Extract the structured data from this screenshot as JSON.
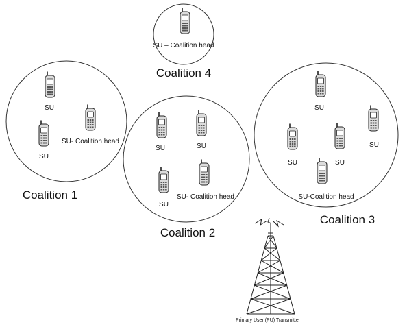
{
  "coalitions": [
    {
      "label": "Coalition 4",
      "head_label": "SU – Coalition head"
    },
    {
      "label": "Coalition 1",
      "su_labels": [
        "SU",
        "SU"
      ],
      "head_label": "SU- Coalition head"
    },
    {
      "label": "Coalition 2",
      "su_labels": [
        "SU",
        "SU",
        "SU"
      ],
      "head_label": "SU- Coalition head"
    },
    {
      "label": "Coalition 3",
      "su_labels": [
        "SU",
        "SU",
        "SU",
        "SU"
      ],
      "head_label": "SU-Coalition head"
    }
  ],
  "transmitter": {
    "label": "Primary User (PU) Transmitter"
  },
  "icons": {
    "phone": "mobile-phone-icon",
    "tower": "radio-tower-icon"
  }
}
